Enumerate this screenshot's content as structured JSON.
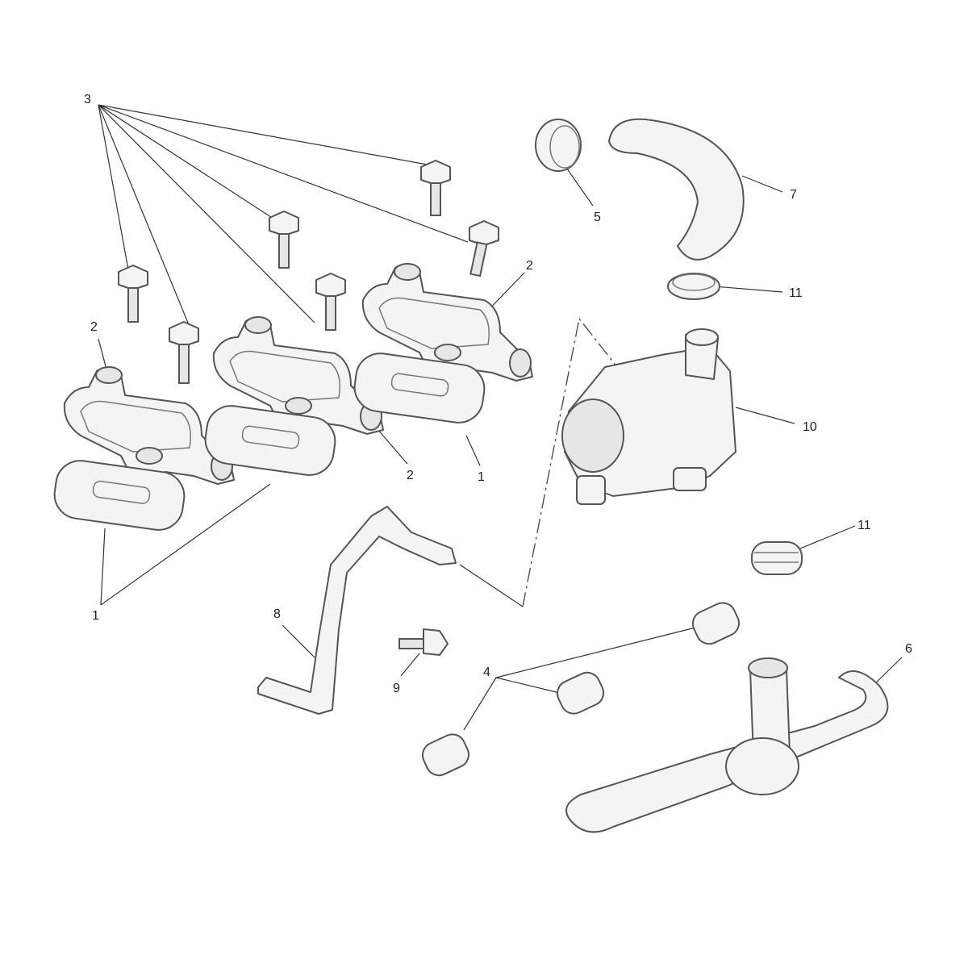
{
  "diagram": {
    "callouts": {
      "bolts": "3",
      "valve_cover_left": "2",
      "valve_cover_mid": "2",
      "valve_cover_right": "2",
      "gasket_right": "1",
      "gaskets_left": "1",
      "hose_clip_top": "5",
      "hose_elbow": "7",
      "clip_upper": "11",
      "valve_body": "10",
      "clip_lower": "11",
      "bracket": "8",
      "bracket_bolt": "9",
      "clips_group": "4",
      "t_pipe": "6"
    }
  }
}
